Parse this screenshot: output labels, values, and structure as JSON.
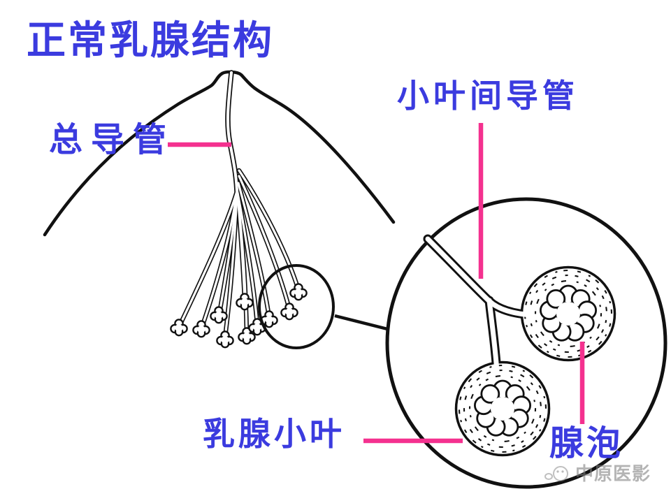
{
  "title": {
    "text": "正常乳腺结构"
  },
  "labels": {
    "main_duct": {
      "text": "总导管"
    },
    "interlobular_duct": {
      "text": "小叶间导管"
    },
    "breast_lobule": {
      "text": "乳腺小叶"
    },
    "acinus": {
      "text": "腺泡"
    }
  },
  "watermark": {
    "text": "中原医影",
    "icon": "chick-logo-icon"
  },
  "colors": {
    "label_blue": "#3b3bdf",
    "pointer_pink": "#f4318f",
    "ink_black": "#111111",
    "watermark_gray": "#7d7d7d"
  }
}
